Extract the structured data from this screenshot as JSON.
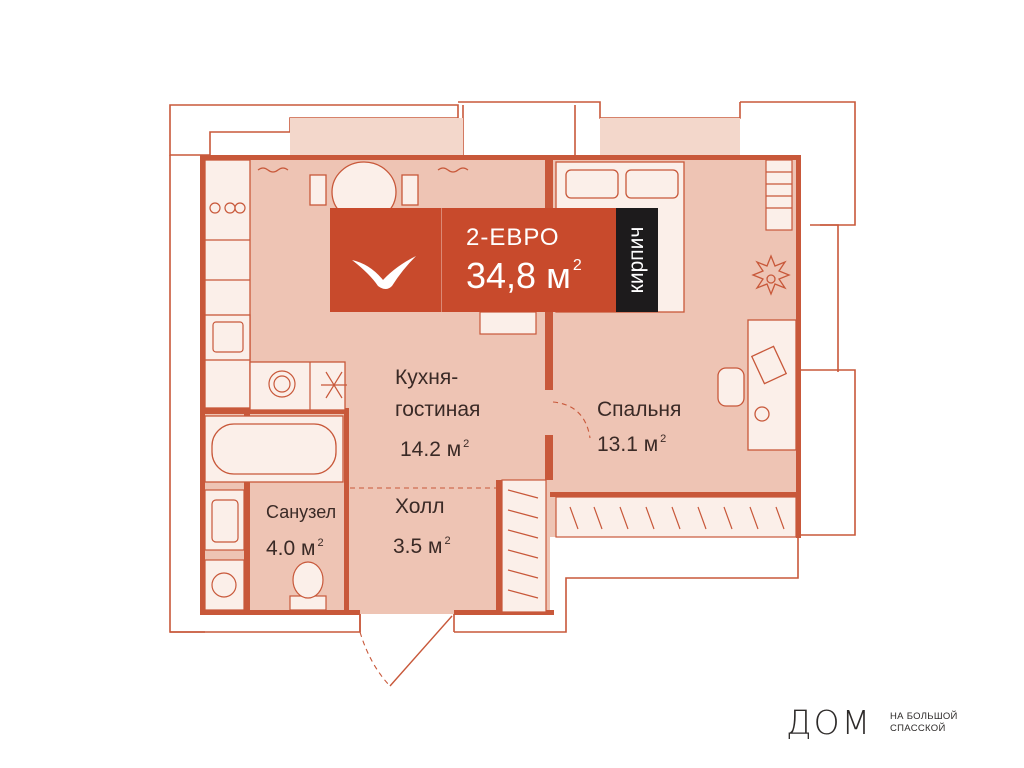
{
  "rooms": [
    {
      "name": "Кухня-\nгостиная",
      "area": "14.2 м",
      "sup": "2"
    },
    {
      "name": "Спальня",
      "area": "13.1 м",
      "sup": "2"
    },
    {
      "name": "Санузел",
      "area": "4.0 м",
      "sup": "2"
    },
    {
      "name": "Холл",
      "area": "3.5 м",
      "sup": "2"
    }
  ],
  "badge": {
    "type": "2-ЕВРО",
    "area": "34,8 м",
    "area_sup": "2",
    "material": "кирпич",
    "color": "#c84a2c",
    "material_color": "#1d1b1c"
  },
  "logo": {
    "main": "ДОМ",
    "sub1": "НА БОЛЬШОЙ",
    "sub2": "СПАССКОЙ"
  },
  "colors": {
    "floor": "#eec4b4",
    "wall": "#c8583a",
    "outline": "#c8583a"
  }
}
